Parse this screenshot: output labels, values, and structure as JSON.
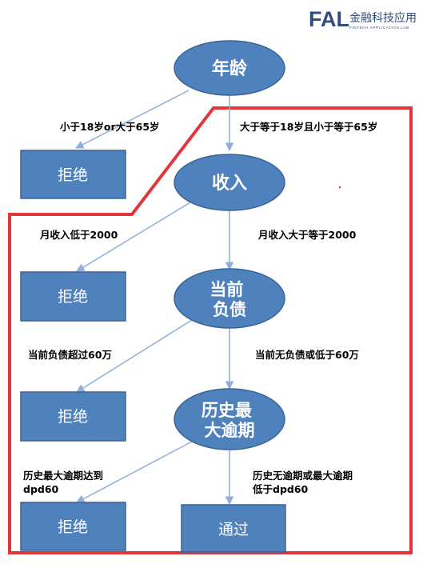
{
  "logo": {
    "brand": "FAL",
    "name_cn": "金融科技应用",
    "name_en": "FINTECH APPLICATION LAB"
  },
  "colors": {
    "node_fill": "#4f81bd",
    "node_border": "#3a6496",
    "edge": "#8fafd9",
    "highlight_border": "#e0363c",
    "text_white": "#ffffff",
    "logo": "#2f4d7f"
  },
  "nodes": {
    "age": "年龄",
    "income": "收入",
    "debt": [
      "当前",
      "负债"
    ],
    "overdue": [
      "历史最",
      "大逾期"
    ],
    "reject_1": "拒绝",
    "reject_2": "拒绝",
    "reject_3": "拒绝",
    "reject_4": "拒绝",
    "pass": "通过"
  },
  "edges": {
    "age_reject": [
      "小于18岁or大于65岁"
    ],
    "age_income": [
      "大于等于18岁且小于等于65岁"
    ],
    "income_reject": [
      "月收入低于2000"
    ],
    "income_debt": [
      "月收入大于等于2000"
    ],
    "debt_reject": [
      "当前负债超过60万"
    ],
    "debt_overdue": [
      "当前无负债或低于60万"
    ],
    "overdue_reject": [
      "历史最大逾期达到",
      "dpd60"
    ],
    "overdue_pass": [
      "历史无逾期或最大逾期",
      "低于dpd60"
    ]
  }
}
